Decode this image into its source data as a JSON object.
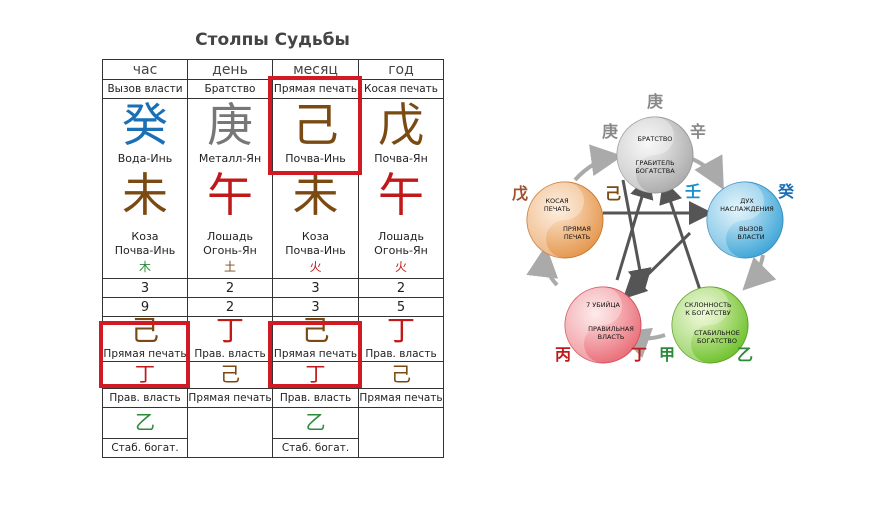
{
  "title": "Столпы Судьбы",
  "columns": [
    "час",
    "день",
    "месяц",
    "год"
  ],
  "gods_row": [
    "Вызов власти",
    "Братство",
    "Прямая печать",
    "Косая печать"
  ],
  "stems": [
    {
      "char": "癸",
      "label": "Вода-Инь",
      "element": "water"
    },
    {
      "char": "庚",
      "label": "Металл-Ян",
      "element": "metal"
    },
    {
      "char": "己",
      "label": "Почва-Инь",
      "element": "earth"
    },
    {
      "char": "戊",
      "label": "Почва-Ян",
      "element": "earth"
    }
  ],
  "branches": [
    {
      "char": "未",
      "animal": "Коза",
      "label": "Почва-Инь",
      "sub": "木",
      "element": "earth",
      "sub_element": "wood"
    },
    {
      "char": "午",
      "animal": "Лошадь",
      "label": "Огонь-Ян",
      "sub": "土",
      "element": "fire",
      "sub_element": "earth"
    },
    {
      "char": "未",
      "animal": "Коза",
      "label": "Почва-Инь",
      "sub": "火",
      "element": "earth",
      "sub_element": "fire"
    },
    {
      "char": "午",
      "animal": "Лошадь",
      "label": "Огонь-Ян",
      "sub": "火",
      "element": "fire",
      "sub_element": "fire"
    }
  ],
  "num_row_1": [
    "3",
    "2",
    "3",
    "2"
  ],
  "num_row_2": [
    "9",
    "2",
    "3",
    "5"
  ],
  "hidden_main": [
    {
      "char": "己",
      "label": "Прямая печать",
      "element": "earth"
    },
    {
      "char": "丁",
      "label": "Прав. власть",
      "element": "fire"
    },
    {
      "char": "己",
      "label": "Прямая печать",
      "element": "earth"
    },
    {
      "char": "丁",
      "label": "Прав. власть",
      "element": "fire"
    }
  ],
  "hidden_2": [
    {
      "char": "丁",
      "label": "Прав. власть",
      "element": "fire"
    },
    {
      "char": "己",
      "label": "Прямая печать",
      "element": "earth"
    },
    {
      "char": "丁",
      "label": "Прав. власть",
      "element": "fire"
    },
    {
      "char": "己",
      "label": "Прямая печать",
      "element": "earth"
    }
  ],
  "hidden_3": [
    {
      "char": "乙",
      "label": "Стаб. богат.",
      "element": "wood"
    },
    {
      "char": "",
      "label": "",
      "element": ""
    },
    {
      "char": "乙",
      "label": "Стаб. богат.",
      "element": "wood"
    },
    {
      "char": "",
      "label": "",
      "element": ""
    }
  ],
  "colors": {
    "water": "#1a6fb5",
    "metal": "#777777",
    "earth": "#7a4a12",
    "fire": "#c0191a",
    "wood": "#2c8a3a",
    "highlight": "#d11a24"
  },
  "cycle": {
    "top": {
      "char": "庚",
      "left": "庚",
      "right": "辛",
      "upper": "БРАТСТВО",
      "lower1": "ГРАБИТЕЛЬ",
      "lower2": "БОГАТСТВА"
    },
    "right": {
      "char_a": "壬",
      "char_b": "癸",
      "upper1": "ДУХ",
      "upper2": "НАСЛАЖДЕНИЯ",
      "lower1": "ВЫЗОВ",
      "lower2": "ВЛАСТИ"
    },
    "bottom_right": {
      "char_a": "甲",
      "char_b": "乙",
      "upper1": "СКЛОННОСТЬ",
      "upper2": "К БОГАТСТВУ",
      "lower1": "СТАБИЛЬНОЕ",
      "lower2": "БОГАТСТВО"
    },
    "bottom_left": {
      "char_a": "丙",
      "char_b": "丁",
      "upper1": "7 УБИЙЦА",
      "lower1": "ПРАВИЛЬНАЯ",
      "lower2": "ВЛАСТЬ"
    },
    "left": {
      "char_a": "戊",
      "char_b": "己",
      "upper1": "КОСАЯ",
      "upper2": "ПЕЧАТЬ",
      "lower1": "ПРЯМАЯ",
      "lower2": "ПЕЧАТЬ"
    }
  }
}
